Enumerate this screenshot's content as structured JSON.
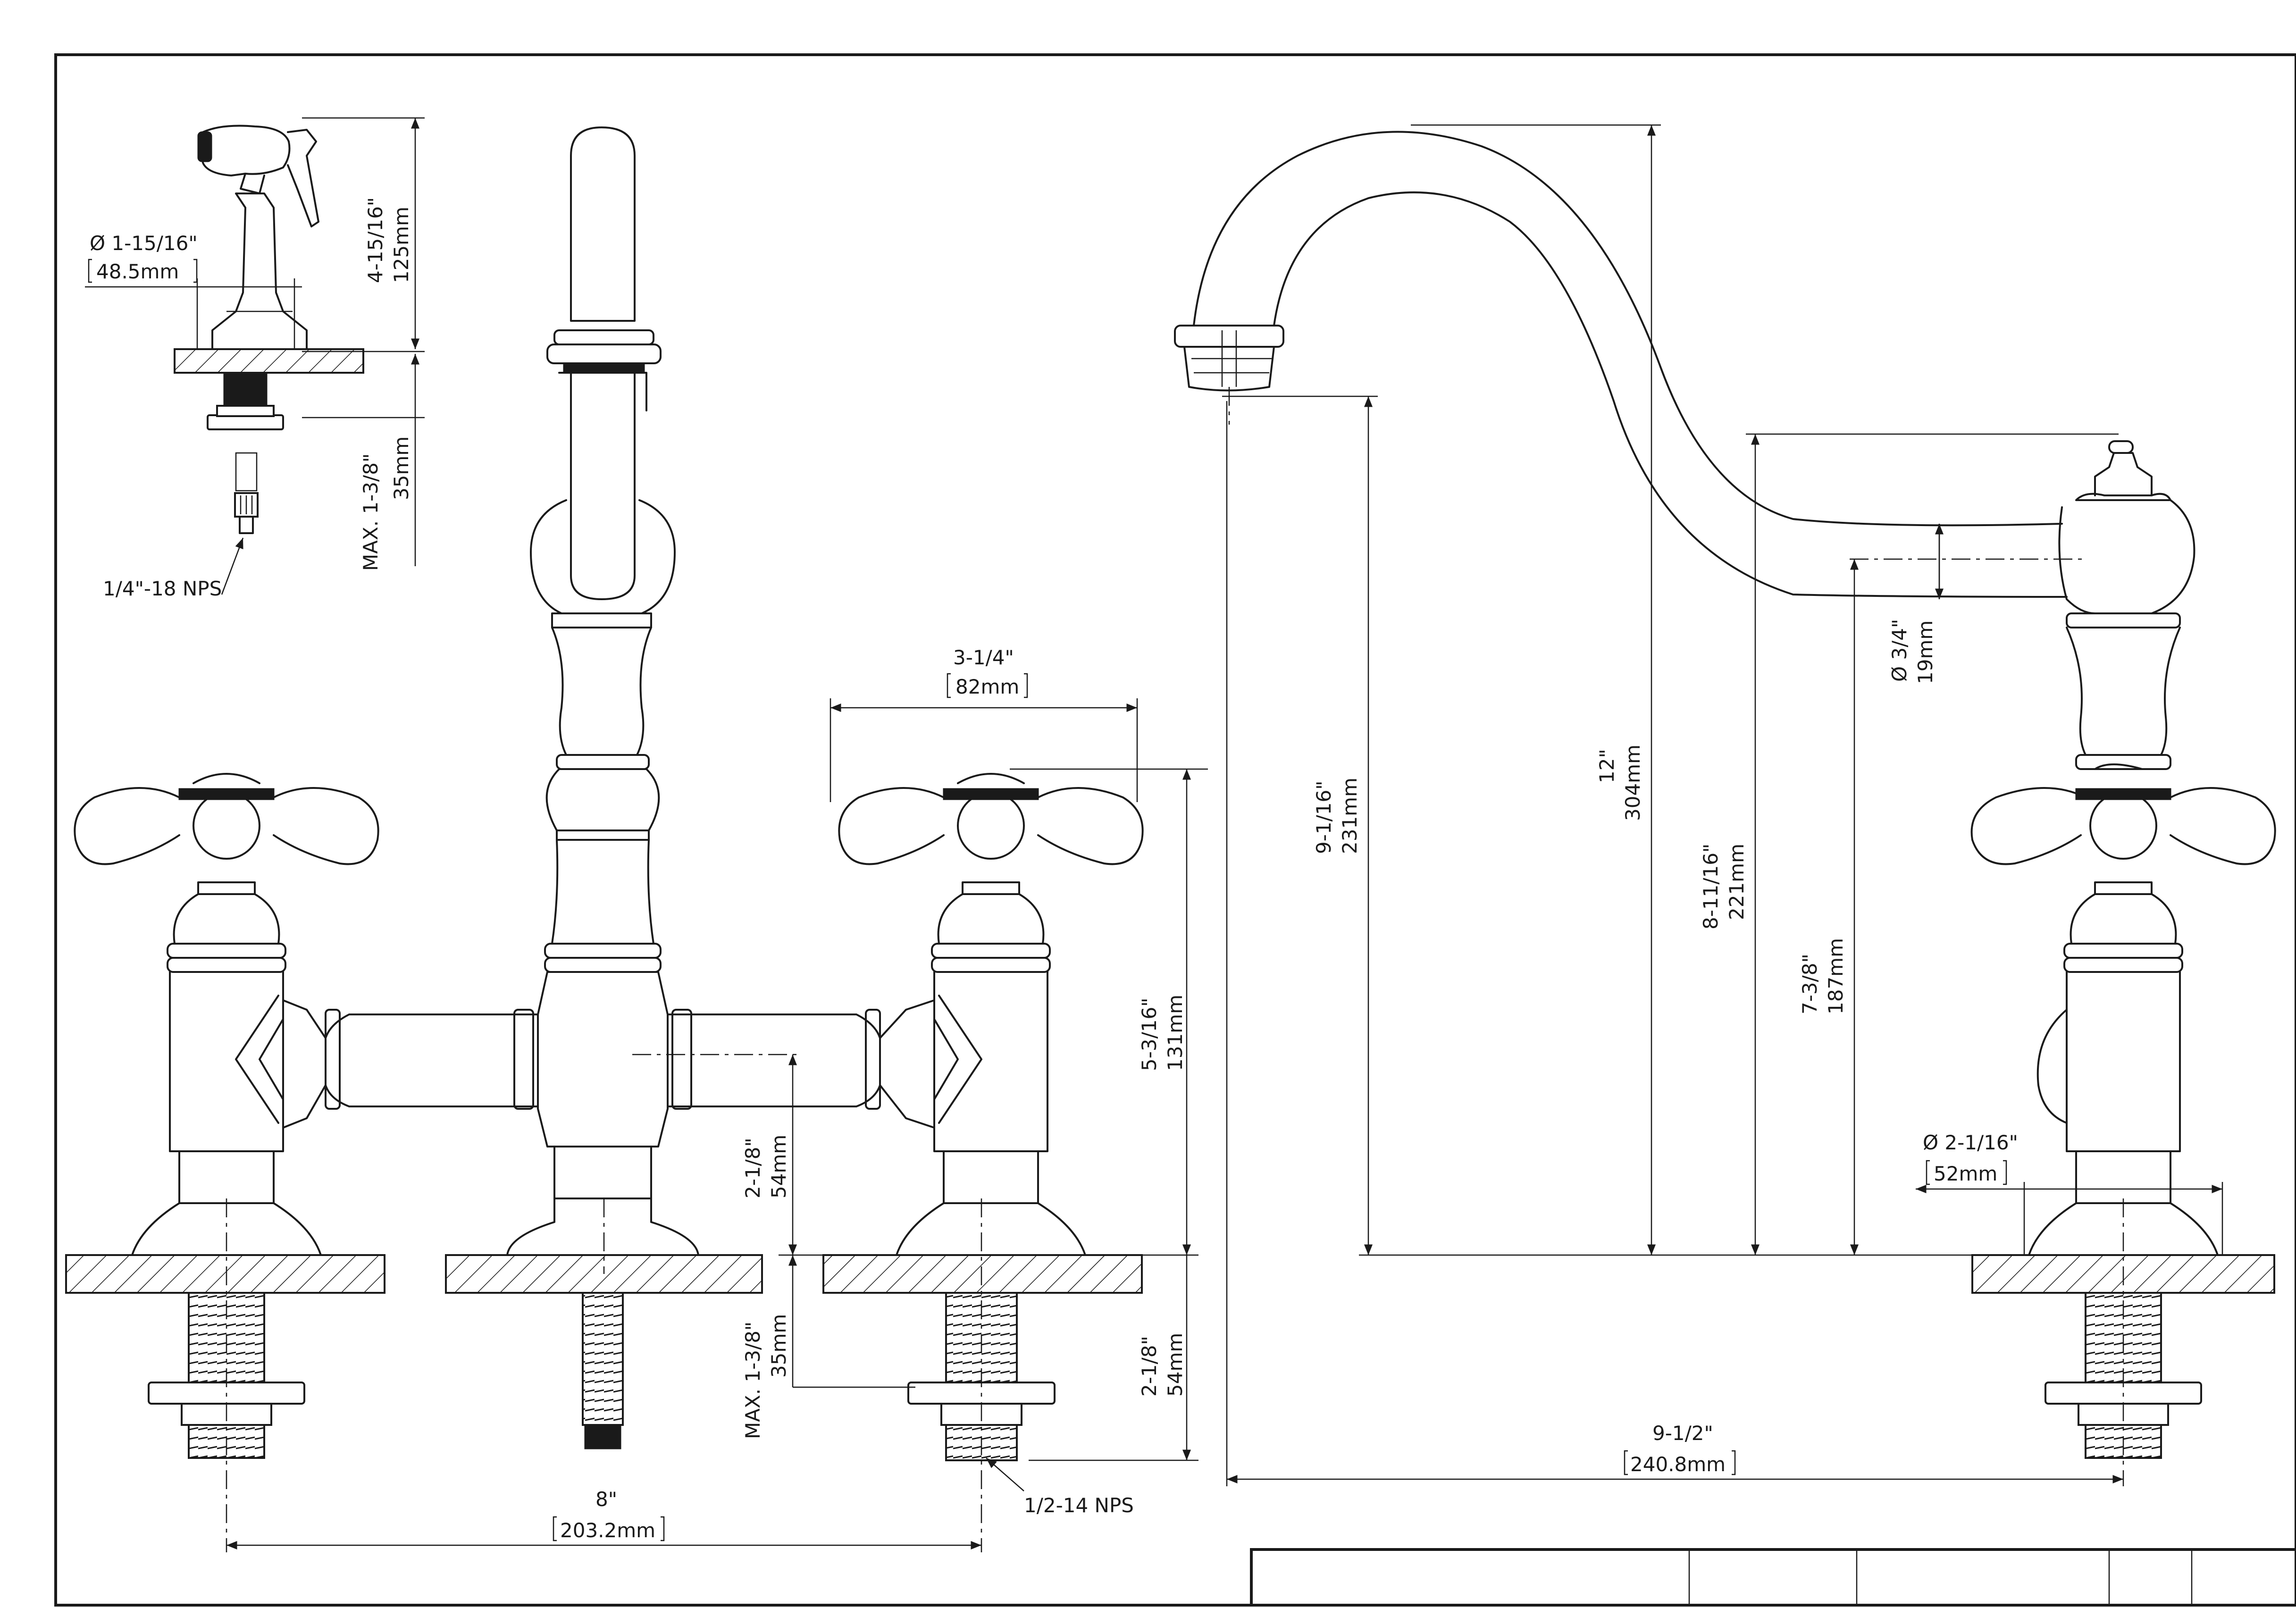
{
  "dimensions": {
    "sprayer_diameter": "1-15/16\"",
    "sprayer_diameter_mm": "48.5mm",
    "sprayer_height": "4-15/16\"",
    "sprayer_height_mm": "125mm",
    "sprayer_max_deck": "MAX. 1-3/8\"",
    "sprayer_max_deck_mm": "35mm",
    "sprayer_thread": "1/4\"-18 NPS",
    "handle_spread": "3-1/4\"",
    "handle_spread_mm": "82mm",
    "handle_height": "5-3/16\"",
    "handle_height_mm": "131mm",
    "bridge_height": "2-1/8\"",
    "bridge_height_mm": "54mm",
    "max_deck": "MAX. 1-3/8\"",
    "max_deck_mm": "35mm",
    "shank_length": "2-1/8\"",
    "shank_length_mm": "54mm",
    "centers": "8\"",
    "centers_mm": "203.2mm",
    "supply_thread": "1/2-14 NPS",
    "spout_clearance": "9-1/16\"",
    "spout_clearance_mm": "231mm",
    "overall_height": "12\"",
    "overall_height_mm": "304mm",
    "body_height": "8-11/16\"",
    "body_height_mm": "221mm",
    "spout_center_height": "7-3/8\"",
    "spout_center_height_mm": "187mm",
    "spout_diameter": "3/4\"",
    "spout_diameter_mm": "19mm",
    "base_diameter": "2-1/16\"",
    "base_diameter_mm": "52mm",
    "spout_reach": "9-1/2\"",
    "spout_reach_mm": "240.8mm"
  },
  "symbols": {
    "diameter": "Ø"
  }
}
